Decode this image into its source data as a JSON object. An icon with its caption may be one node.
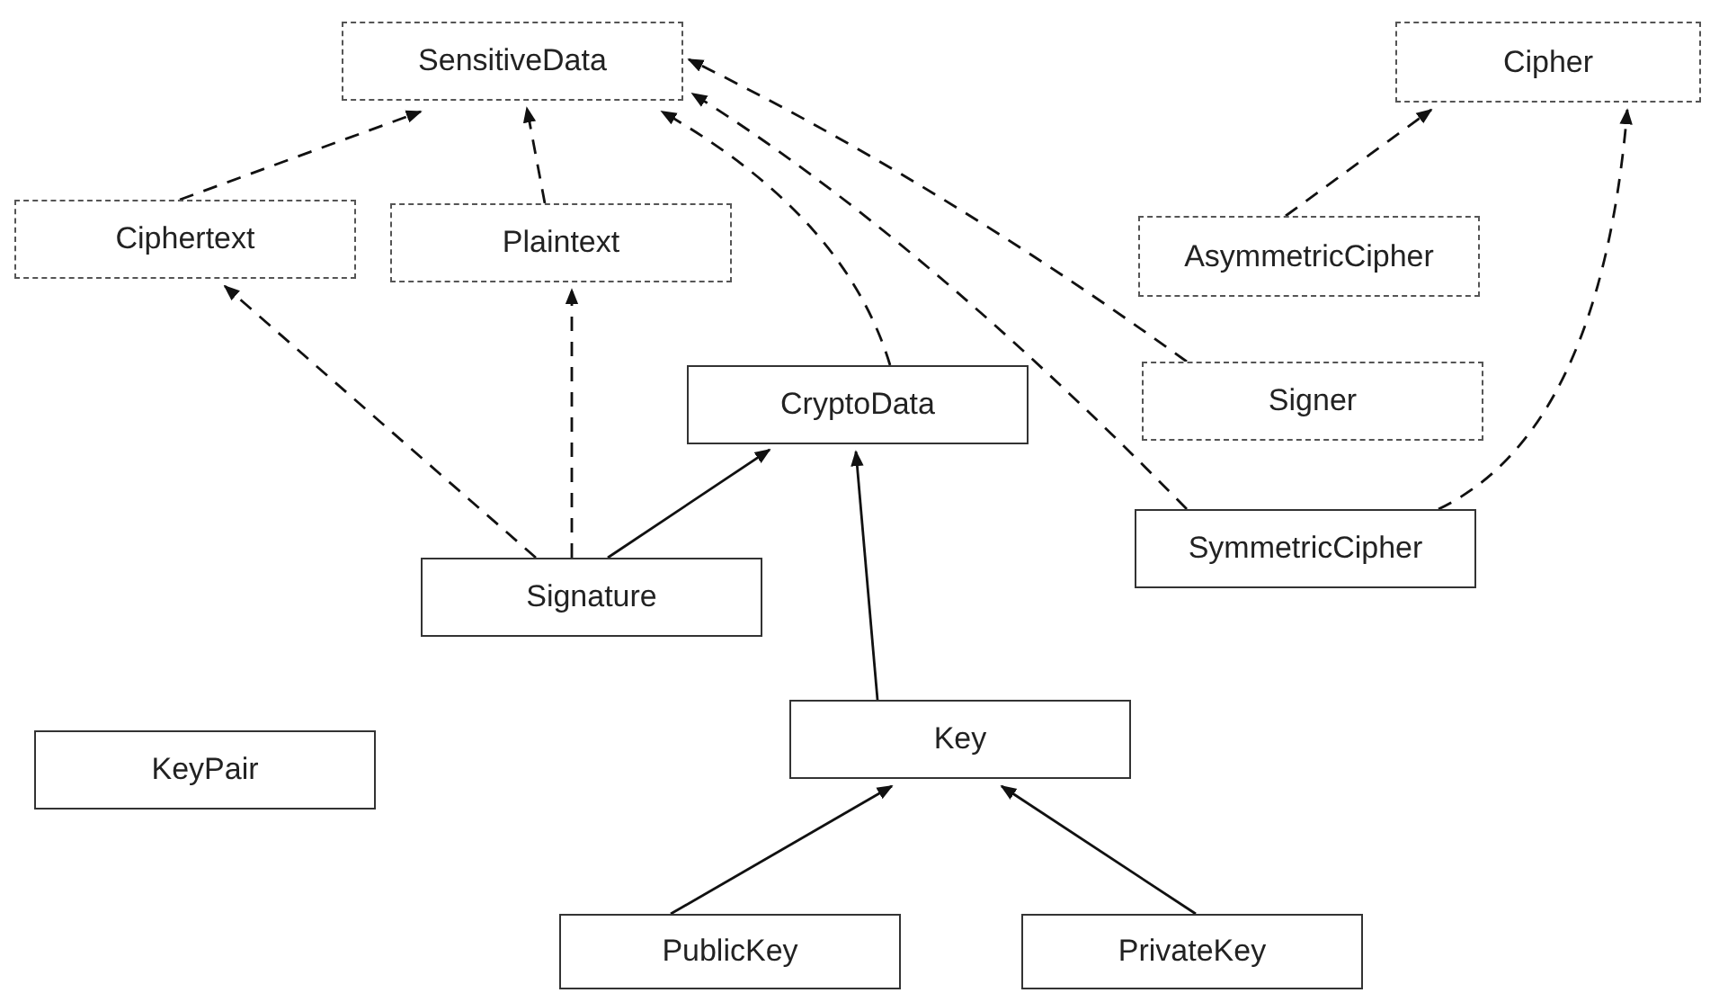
{
  "diagram": {
    "nodes": [
      {
        "text": [
          "SensitiveData"
        ]
      },
      {
        "text": [
          "Cipher"
        ]
      },
      {
        "text": [
          "Ciphertext"
        ]
      },
      {
        "text": [
          "Plaintext"
        ]
      },
      {
        "text": [
          "AsymmetricCipher"
        ]
      },
      {
        "text": [
          "CryptoData"
        ]
      },
      {
        "text": [
          "Signer"
        ]
      },
      {
        "text": [
          "Signature"
        ]
      },
      {
        "text": [
          "SymmetricCipher"
        ]
      },
      {
        "text": [
          "KeyPair"
        ]
      },
      {
        "text": [
          "Key"
        ]
      },
      {
        "text": [
          "PublicKey"
        ]
      },
      {
        "text": [
          "PrivateKey"
        ]
      }
    ],
    "edges": [
      {
        "from": 2,
        "to": 0,
        "arrow": "to",
        "style": "dashed"
      },
      {
        "from": 3,
        "to": 0,
        "arrow": "to",
        "style": "dashed"
      },
      {
        "from": 5,
        "to": 0,
        "arrow": "to",
        "style": "dashed"
      },
      {
        "from": 6,
        "to": 0,
        "arrow": "to",
        "style": "dashed"
      },
      {
        "from": 8,
        "to": 0,
        "arrow": "to",
        "style": "dashed"
      },
      {
        "from": 4,
        "to": 1,
        "arrow": "to",
        "style": "dashed"
      },
      {
        "from": 8,
        "to": 1,
        "arrow": "to",
        "style": "dashed"
      },
      {
        "from": 7,
        "to": 2,
        "arrow": "to",
        "style": "dashed"
      },
      {
        "from": 7,
        "to": 3,
        "arrow": "to",
        "style": "dashed"
      },
      {
        "from": 7,
        "to": 5,
        "arrow": "to"
      },
      {
        "from": 10,
        "to": 5,
        "arrow": "to"
      },
      {
        "from": 11,
        "to": 10,
        "arrow": "to"
      },
      {
        "from": 12,
        "to": 10,
        "arrow": "to"
      }
    ]
  }
}
